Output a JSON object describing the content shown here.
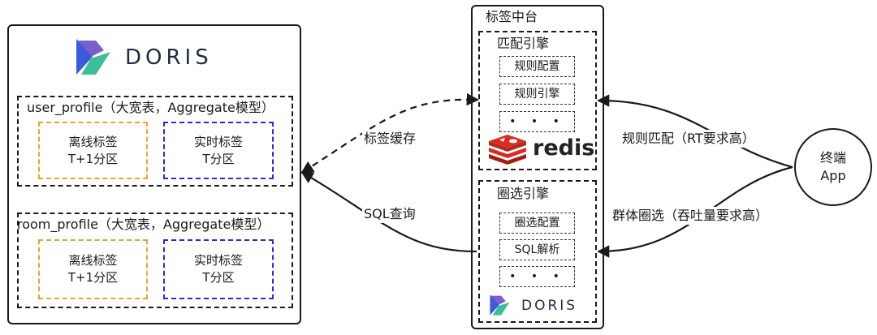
{
  "doris_panel": {
    "logo_text": "DORIS",
    "user_table": {
      "title": "user_profile（大宽表，Aggregate模型）",
      "offline": {
        "line1": "离线标签",
        "line2": "T+1分区"
      },
      "realtime": {
        "line1": "实时标签",
        "line2": "T分区"
      }
    },
    "room_table": {
      "title": "room_profile（大宽表，Aggregate模型）",
      "offline": {
        "line1": "离线标签",
        "line2": "T+1分区"
      },
      "realtime": {
        "line1": "实时标签",
        "line2": "T分区"
      }
    }
  },
  "middle_platform": {
    "title": "标签中台",
    "match_engine": {
      "title": "匹配引擎",
      "items": [
        "规则配置",
        "规则引擎",
        "• • •"
      ],
      "redis_text": "redis"
    },
    "circle_engine": {
      "title": "圈选引擎",
      "items": [
        "圈选配置",
        "SQL解析",
        "• • •"
      ],
      "doris_text": "DORIS"
    }
  },
  "edges": {
    "tag_cache": "标签缓存",
    "sql_query": "SQL查询",
    "rule_match": "规则匹配（RT要求高）",
    "group_select": "群体圈选（吞吐量要求高）"
  },
  "terminal": {
    "line1": "终端",
    "line2": "App"
  },
  "colors": {
    "doris_teal": "#3dbd9a",
    "doris_blue": "#3b5bdb",
    "doris_purple": "#6a4fc8",
    "offline_border": "#f0a030",
    "realtime_border": "#2a2ad8",
    "redis_red": "#d82c20"
  }
}
